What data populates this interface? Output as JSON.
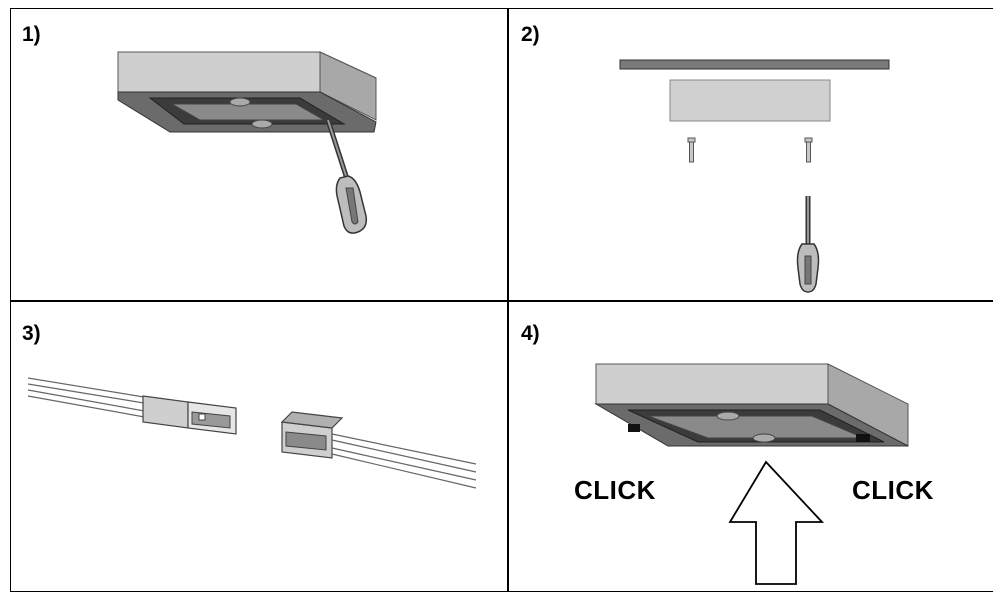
{
  "panels": [
    {
      "label": "1)"
    },
    {
      "label": "2)"
    },
    {
      "label": "3)"
    },
    {
      "label": "4)",
      "click_left": "CLICK",
      "click_right": "CLICK"
    }
  ]
}
